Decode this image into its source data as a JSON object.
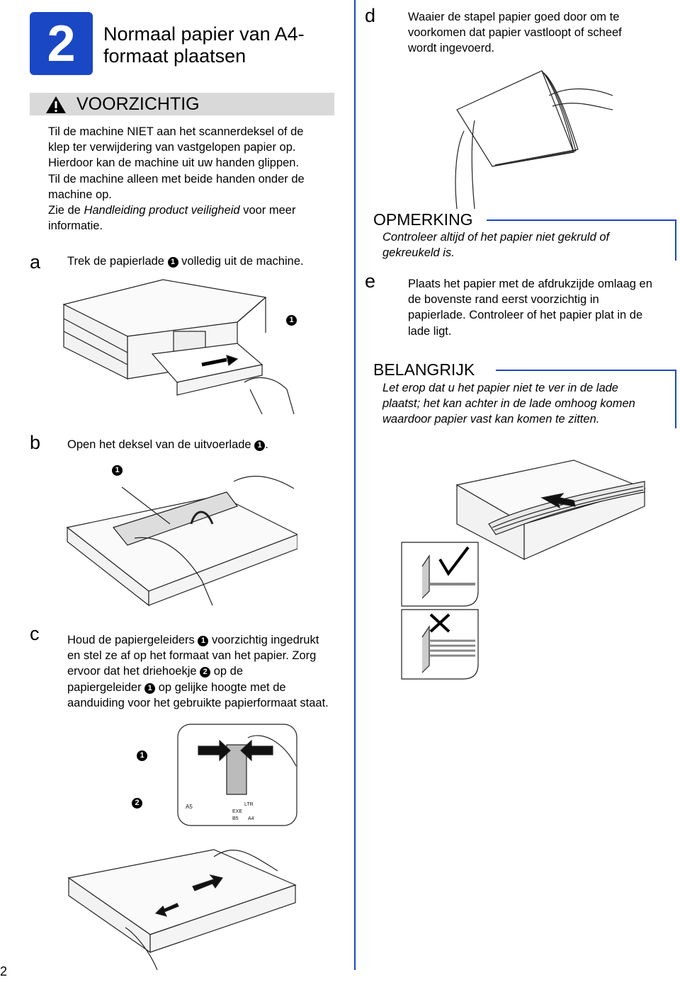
{
  "header": {
    "step_number": "2",
    "title": "Normaal papier van A4-formaat plaatsen"
  },
  "caution": {
    "label": "VOORZICHTIG",
    "lines": [
      "Til de machine NIET aan het scannerdeksel of de",
      "klep ter verwijdering van vastgelopen papier op.",
      "Hierdoor kan de machine uit uw handen glippen.",
      "Til de machine alleen met beide handen onder de",
      "machine op."
    ],
    "ref_before": "Zie de ",
    "ref_italic": "Handleiding product veiligheid",
    "ref_after": " voor meer",
    "ref_last": "informatie."
  },
  "steps": {
    "a": {
      "letter": "a",
      "before": "Trek de papierlade ",
      "num": "1",
      "after": " volledig uit de machine."
    },
    "b": {
      "letter": "b",
      "before": "Open het deksel van de uitvoerlade ",
      "num": "1",
      "after": "."
    },
    "c": {
      "letter": "c",
      "l1_before": "Houd de papiergeleiders ",
      "l1_num": "1",
      "l1_after": " voorzichtig ingedrukt",
      "l2": "en stel ze af op het formaat van het papier. Zorg",
      "l3_before": "ervoor dat het driehoekje ",
      "l3_num": "2",
      "l3_after": " op de",
      "l4_before": "papiergeleider ",
      "l4_num": "1",
      "l4_after": " op gelijke hoogte met de",
      "l5": "aanduiding voor het gebruikte papierformaat staat."
    },
    "d": {
      "letter": "d",
      "lines": [
        "Waaier de stapel papier goed door om te",
        "voorkomen dat papier vastloopt of scheef",
        "wordt ingevoerd."
      ]
    },
    "e": {
      "letter": "e",
      "lines": [
        "Plaats het papier met de afdrukzijde omlaag en",
        "de bovenste rand eerst voorzichtig in",
        "papierlade. Controleer of het papier plat in de",
        "lade ligt."
      ]
    }
  },
  "note": {
    "heading": "OPMERKING",
    "lines": [
      "Controleer altijd of het papier niet gekruld of",
      "gekreukeld is."
    ]
  },
  "important": {
    "heading": "BELANGRIJK",
    "lines": [
      "Let erop dat u het papier niet te ver in de lade",
      "plaatst; het kan achter in de lade omhoog komen",
      "waardoor papier vast kan komen te zitten."
    ]
  },
  "figure_callouts": {
    "one": "1",
    "two": "2"
  },
  "figure_labels": {
    "ltr": "LTR",
    "exe": "EXE",
    "b5": "B5",
    "a4": "A4",
    "a5": "A5"
  },
  "footer": {
    "page_number": "2"
  },
  "colors": {
    "accent": "#1a47c4",
    "caution_bar": "#d9d9d9"
  }
}
